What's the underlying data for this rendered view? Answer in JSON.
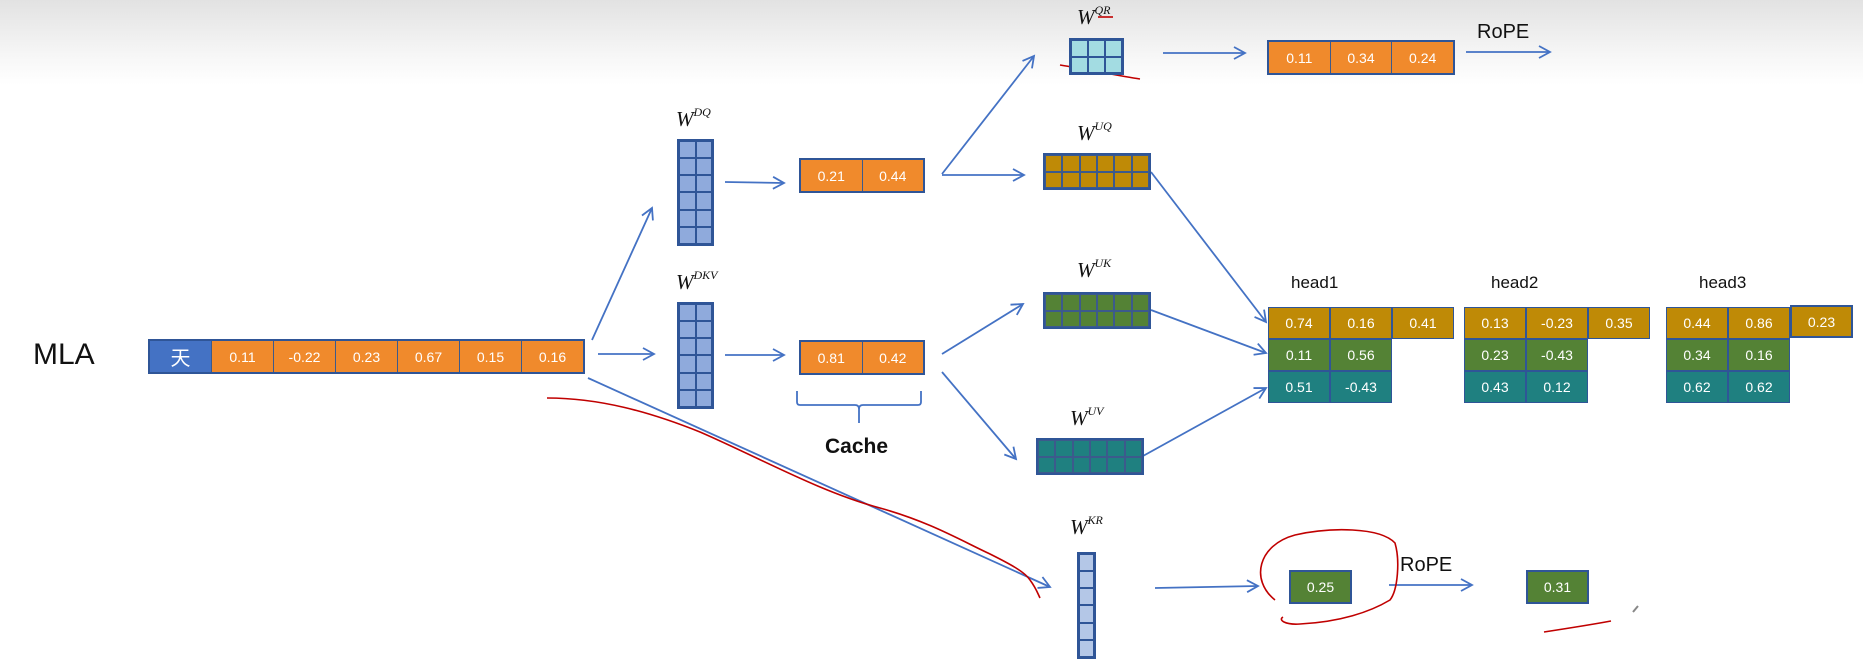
{
  "title": "MLA",
  "input": {
    "token": "天",
    "values": [
      "0.11",
      "-0.22",
      "0.23",
      "0.67",
      "0.15",
      "0.16"
    ]
  },
  "weights": {
    "dq": {
      "base": "W",
      "sup": "DQ"
    },
    "dkv": {
      "base": "W",
      "sup": "DKV"
    },
    "qr": {
      "base": "W",
      "sup": "QR"
    },
    "uq": {
      "base": "W",
      "sup": "UQ"
    },
    "uk": {
      "base": "W",
      "sup": "UK"
    },
    "uv": {
      "base": "W",
      "sup": "UV"
    },
    "kr": {
      "base": "W",
      "sup": "KR"
    }
  },
  "latent_q": [
    "0.21",
    "0.44"
  ],
  "latent_kv": [
    "0.81",
    "0.42"
  ],
  "cache_label": "Cache",
  "q_rope_input": [
    "0.11",
    "0.34",
    "0.24"
  ],
  "rope_label": "RoPE",
  "heads": [
    {
      "label": "head1",
      "q": [
        "0.74",
        "0.16"
      ],
      "q_rope": "0.41",
      "k": [
        "0.11",
        "0.56"
      ],
      "v": [
        "0.51",
        "-0.43"
      ]
    },
    {
      "label": "head2",
      "q": [
        "0.13",
        "-0.23"
      ],
      "q_rope": "0.35",
      "k": [
        "0.23",
        "-0.43"
      ],
      "v": [
        "0.43",
        "0.12"
      ]
    },
    {
      "label": "head3",
      "q": [
        "0.44",
        "0.86"
      ],
      "q_rope": "0.23",
      "k": [
        "0.34",
        "0.16"
      ],
      "v": [
        "0.62",
        "0.62"
      ]
    }
  ],
  "k_rope": {
    "input": "0.25",
    "output": "0.31",
    "label": "RoPE"
  },
  "colors": {
    "token": "#4472c4",
    "value": "#f08a2c",
    "query": "#bf8a06",
    "key": "#548235",
    "value_head": "#1f8080",
    "arrow": "#4472c4",
    "annotation": "#c00000"
  }
}
